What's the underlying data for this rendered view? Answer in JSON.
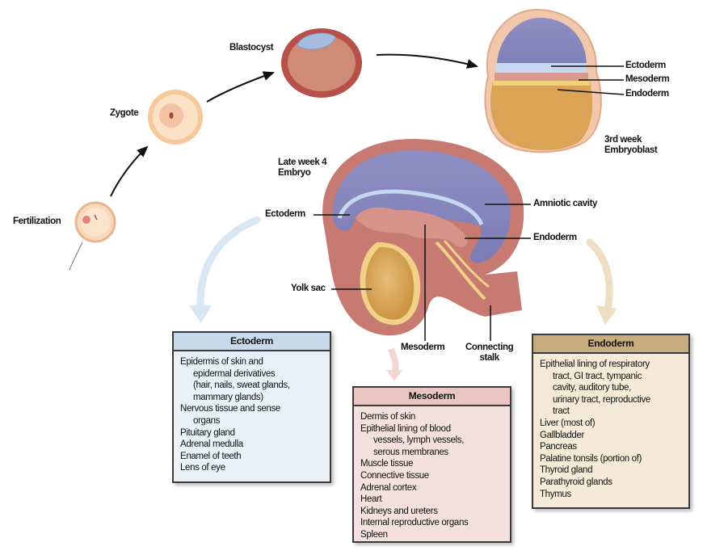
{
  "stages": {
    "fertilization": "Fertilization",
    "zygote": "Zygote",
    "blastocyst": "Blastocyst",
    "week3": [
      "3rd week",
      "Embryoblast"
    ],
    "week4": [
      "Late week 4",
      "Embryo"
    ]
  },
  "week3_labels": {
    "ectoderm": "Ectoderm",
    "mesoderm": "Mesoderm",
    "endoderm": "Endoderm"
  },
  "week4_labels": {
    "ectoderm": "Ectoderm",
    "amniotic_cavity": "Amniotic cavity",
    "endoderm": "Endoderm",
    "yolk_sac": "Yolk sac",
    "mesoderm": "Mesoderm",
    "connecting_stalk": [
      "Connecting",
      "stalk"
    ]
  },
  "colors": {
    "ectoderm_header": "#c9d9ec",
    "ectoderm_body": "#e8f0f8",
    "mesoderm_header": "#e9c6c1",
    "mesoderm_body": "#f4e1df",
    "endoderm_header": "#c7ad7e",
    "endoderm_body": "#f5ead7"
  },
  "boxes": {
    "ectoderm": {
      "title": "Ectoderm",
      "items": [
        {
          "main": "Epidermis of skin and",
          "sub": [
            "epidermal derivatives",
            "(hair, nails, sweat glands,",
            "mammary glands)"
          ]
        },
        {
          "main": "Nervous tissue and sense",
          "sub": [
            "organs"
          ]
        },
        {
          "main": "Pituitary gland",
          "sub": []
        },
        {
          "main": "Adrenal medulla",
          "sub": []
        },
        {
          "main": "Enamel of teeth",
          "sub": []
        },
        {
          "main": "Lens of eye",
          "sub": []
        }
      ]
    },
    "mesoderm": {
      "title": "Mesoderm",
      "items": [
        {
          "main": "Dermis of skin",
          "sub": []
        },
        {
          "main": "Epithelial lining of blood",
          "sub": [
            "vessels, lymph vessels,",
            "serous membranes"
          ]
        },
        {
          "main": "Muscle tissue",
          "sub": []
        },
        {
          "main": "Connective tissue",
          "sub": []
        },
        {
          "main": "Adrenal cortex",
          "sub": []
        },
        {
          "main": "Heart",
          "sub": []
        },
        {
          "main": "Kidneys and ureters",
          "sub": []
        },
        {
          "main": "Internal reproductive organs",
          "sub": []
        },
        {
          "main": "Spleen",
          "sub": []
        }
      ]
    },
    "endoderm": {
      "title": "Endoderm",
      "items": [
        {
          "main": "Epithelial lining of respiratory",
          "sub": [
            "tract, GI tract, tympanic",
            "cavity, auditory tube,",
            "urinary tract, reproductive",
            "tract"
          ]
        },
        {
          "main": "Liver (most of)",
          "sub": []
        },
        {
          "main": "Gallbladder",
          "sub": []
        },
        {
          "main": "Pancreas",
          "sub": []
        },
        {
          "main": "Palatine tonsils (portion of)",
          "sub": []
        },
        {
          "main": "Thyroid gland",
          "sub": []
        },
        {
          "main": "Parathyroid glands",
          "sub": []
        },
        {
          "main": "Thymus",
          "sub": []
        }
      ]
    }
  }
}
